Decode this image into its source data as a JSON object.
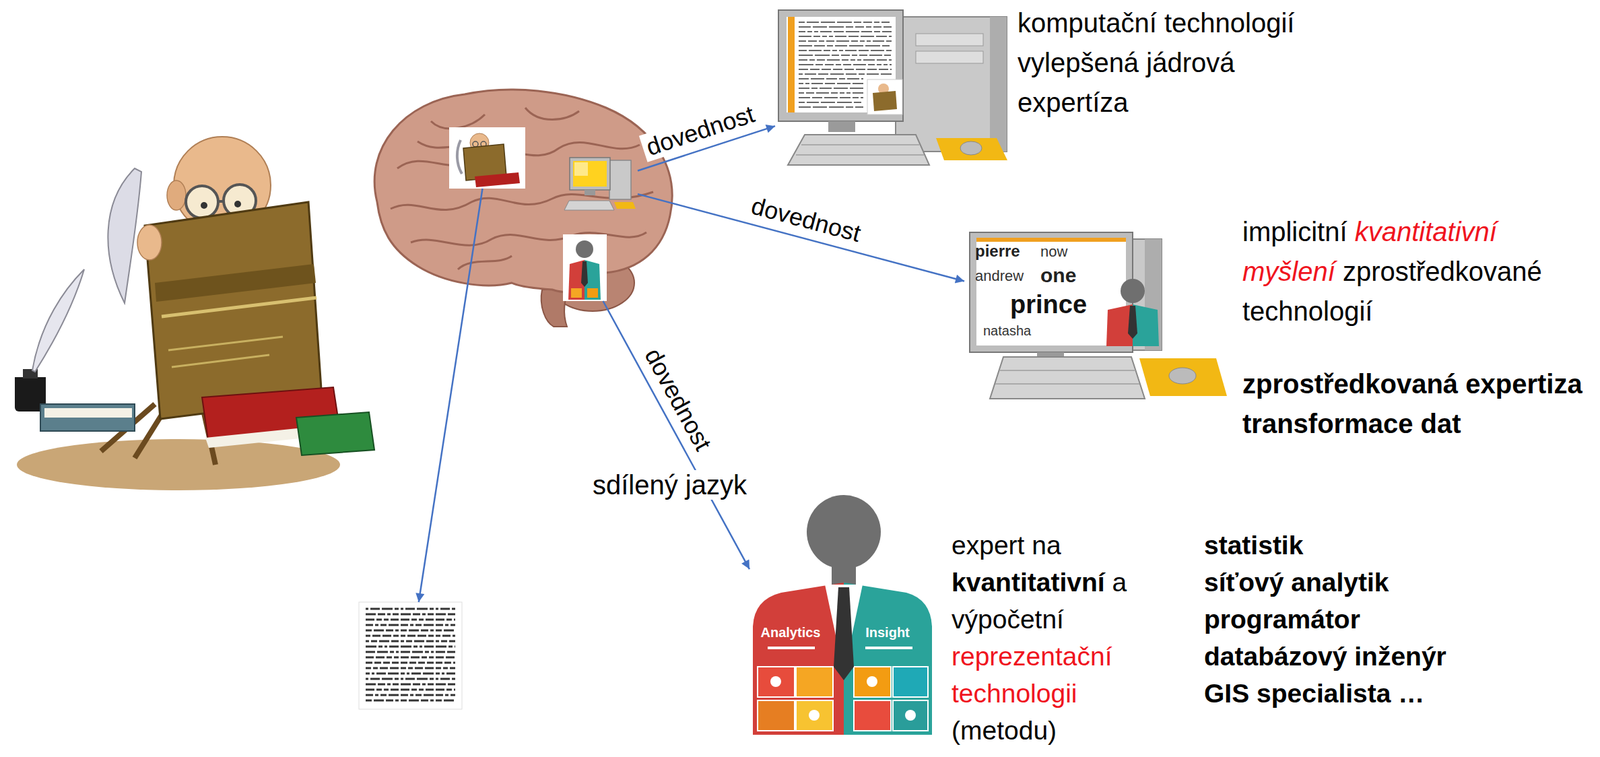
{
  "diagram": {
    "nodes": [
      {
        "text": []
      },
      {
        "text": [],
        "in": 0
      },
      {
        "text": [],
        "in": 0
      },
      {
        "text": [],
        "in": 0
      },
      {
        "text": [
          "komputační technologií vylepšená jádrová expertíza"
        ]
      },
      {
        "text": [
          "implicitní kvantitativní myšlení zprostředkované technologií",
          "zprostředkovaná expertiza transformace dat"
        ]
      },
      {
        "text": [
          "expert na kvantitativní a výpočetní reprezentační technologii (metodu)",
          "statistik síťový analytik programátor databázový inženýr GIS specialista …"
        ]
      },
      {
        "text": []
      }
    ],
    "edges": [
      {
        "from": 1,
        "to": 7,
        "arrow": "to"
      },
      {
        "from": 2,
        "to": 4,
        "label": "dovednost",
        "arrow": "to"
      },
      {
        "from": 2,
        "to": 5,
        "label": "dovednost",
        "arrow": "to"
      },
      {
        "from": 3,
        "to": 6,
        "label": "dovednost",
        "arrow": "to"
      }
    ],
    "labels": [
      "sdílený jazyk",
      "pierre",
      "now",
      "andrew",
      "one",
      "prince",
      "natasha",
      "Analytics",
      "Insight"
    ]
  }
}
